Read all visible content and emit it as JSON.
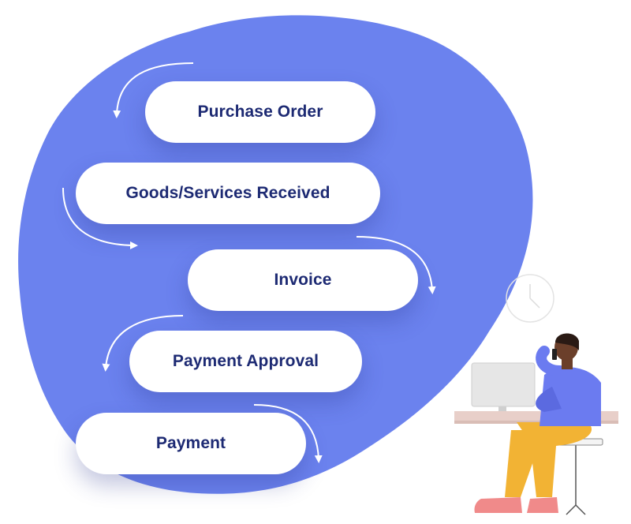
{
  "diagram": {
    "steps": [
      {
        "label": "Purchase Order"
      },
      {
        "label": "Goods/Services Received"
      },
      {
        "label": "Invoice"
      },
      {
        "label": "Payment Approval"
      },
      {
        "label": "Payment"
      }
    ]
  },
  "colors": {
    "blob": "#6b82ee",
    "step_text": "#1d2a73",
    "shirt": "#6b7bf0",
    "pants": "#f2b334",
    "shoes": "#f08a8a",
    "skin": "#6b3f2a"
  },
  "icons": [
    "curved-arrow-icon",
    "clock-icon",
    "computer-monitor-icon",
    "person-on-phone-illustration"
  ]
}
